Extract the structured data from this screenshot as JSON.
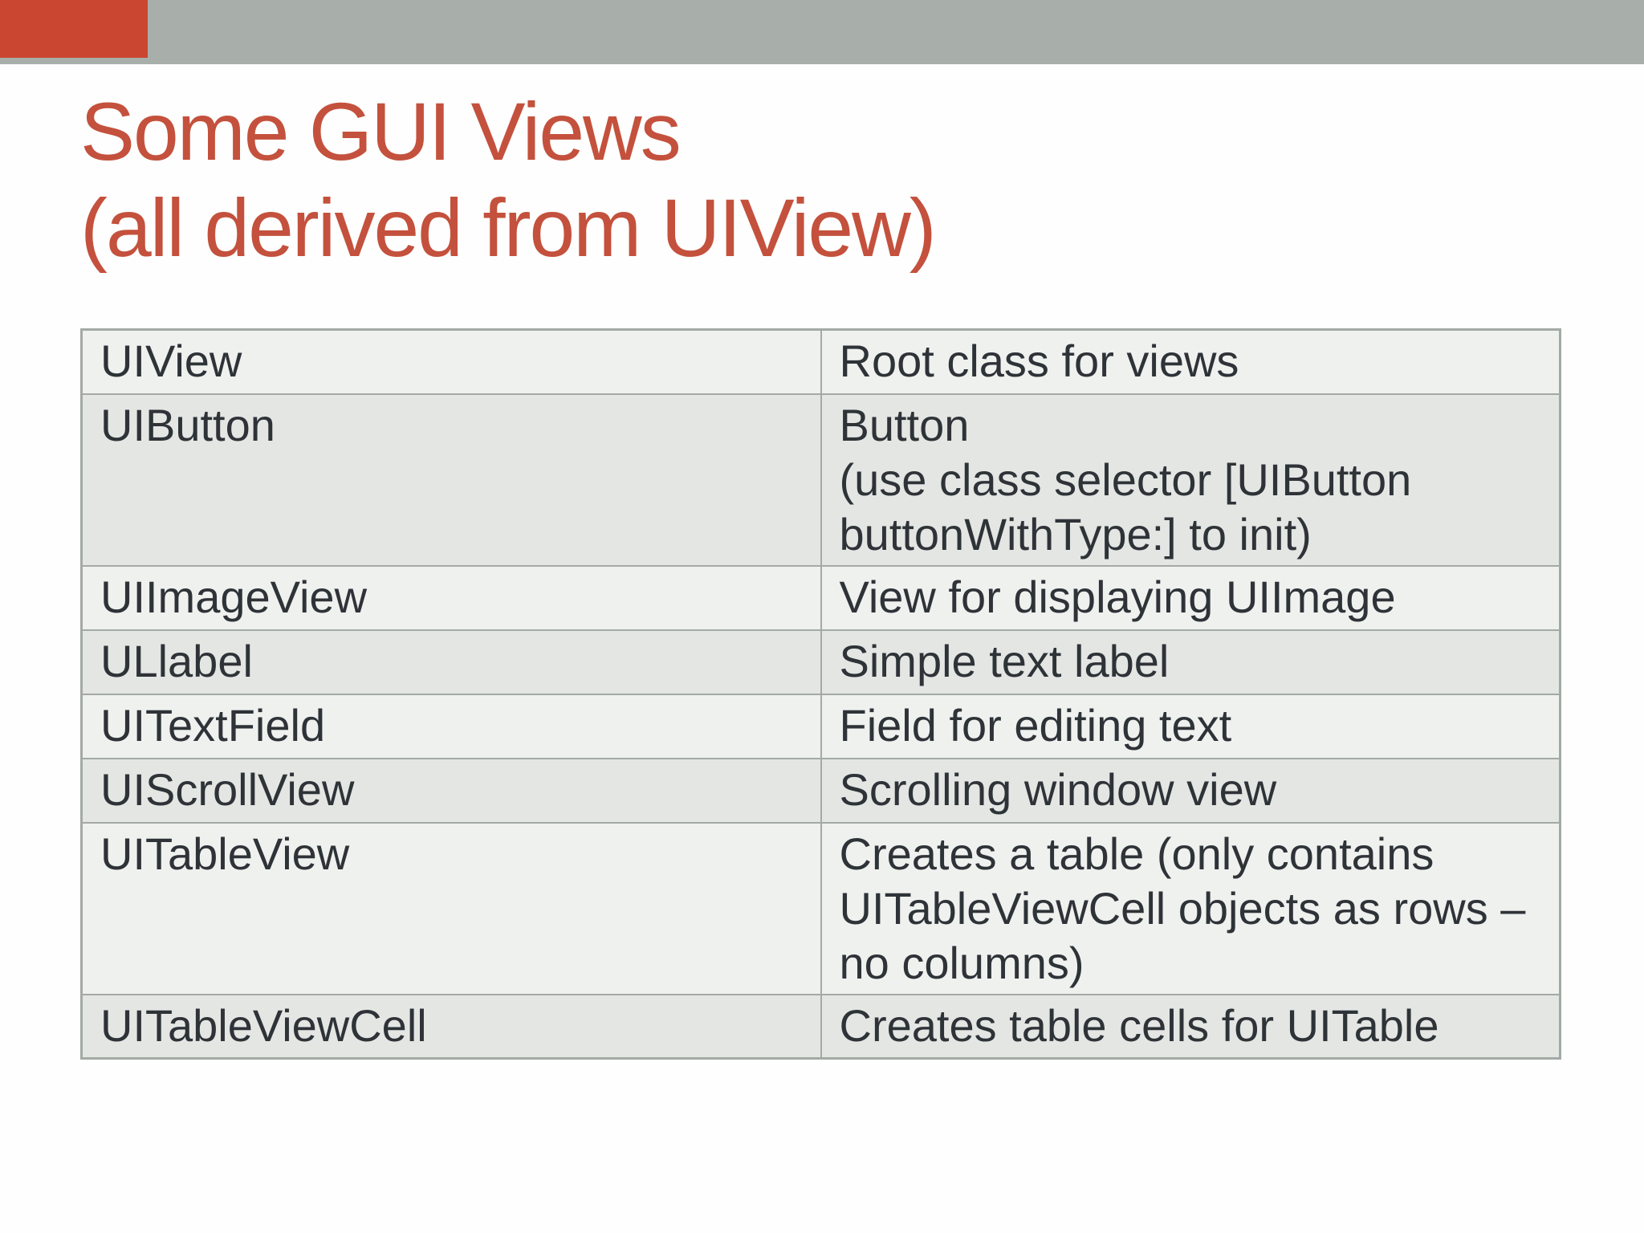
{
  "colors": {
    "page_bg": "#fdfefd",
    "band": "#a8afab",
    "accent_bar": "#cb4631",
    "title": "#c4513d",
    "cell_text": "#2e3338",
    "border": "#a3aaa6",
    "row_light": "#eff1ef",
    "row_dark": "#e3e6e3"
  },
  "title": {
    "line1": "Some GUI Views",
    "line2": "(all derived from UIView)"
  },
  "table": {
    "rows": [
      {
        "class_name": "UIView",
        "description": "Root class for views"
      },
      {
        "class_name": "UIButton",
        "description": "Button\n(use class selector [UIButton buttonWithType:] to init)"
      },
      {
        "class_name": "UIImageView",
        "description": "View for displaying UIImage"
      },
      {
        "class_name": "ULlabel",
        "description": "Simple text label"
      },
      {
        "class_name": "UITextField",
        "description": "Field for editing text"
      },
      {
        "class_name": "UIScrollView",
        "description": "Scrolling window view"
      },
      {
        "class_name": "UITableView",
        "description": "Creates a table (only contains UITableViewCell objects as rows – no columns)"
      },
      {
        "class_name": "UITableViewCell",
        "description": "Creates table cells for UITable"
      }
    ]
  }
}
